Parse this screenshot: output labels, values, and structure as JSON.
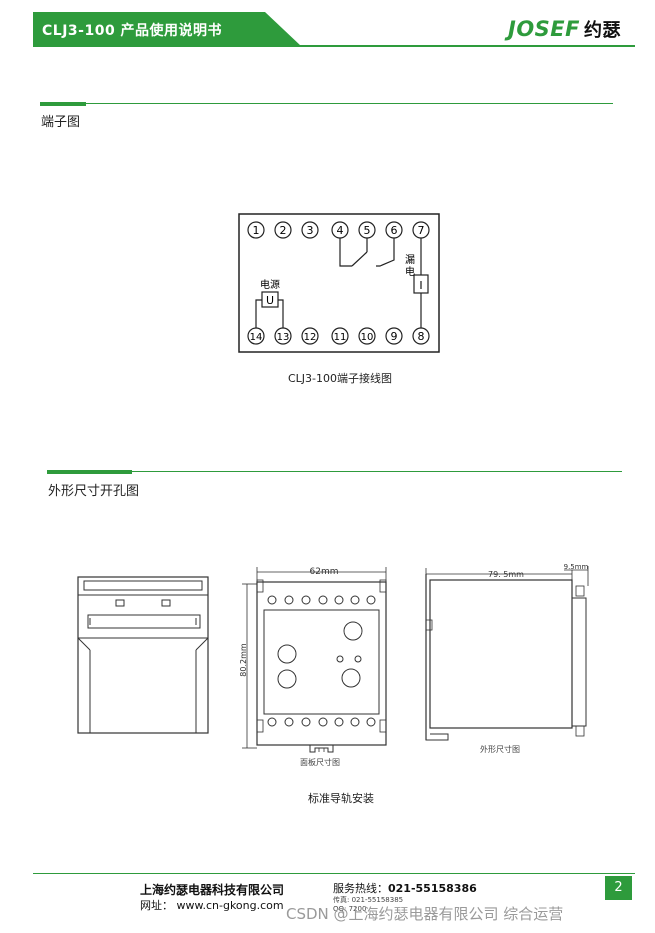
{
  "header": {
    "doc_title": "CLJ3-100 产品使用说明书",
    "logo_text": "JOSEF",
    "logo_cn": "约瑟",
    "brand_color": "#2e9b3c"
  },
  "section1": {
    "title": "端子图",
    "terminals_top": [
      "1",
      "2",
      "3",
      "4",
      "5",
      "6",
      "7"
    ],
    "terminals_bottom": [
      "14",
      "13",
      "12",
      "11",
      "10",
      "9",
      "8"
    ],
    "power_label": "电源",
    "power_symbol": "U",
    "leak_label_1": "漏",
    "leak_label_2": "电",
    "leak_symbol": "I",
    "caption": "CLJ3-100端子接线图"
  },
  "section2": {
    "title": "外形尺寸开孔图",
    "dim_width": "62mm",
    "dim_height": "80.2mm",
    "dim_depth": "79. 5mm",
    "dim_rail": "9.5mm",
    "panel_label": "面板尺寸图",
    "outline_label": "外形尺寸图",
    "caption": "标准导轨安装"
  },
  "footer": {
    "company": "上海约瑟电器科技有限公司",
    "website": "网址：  www.cn-gkong.com",
    "hotline_label": "服务热线：",
    "hotline": "021-55158386",
    "fax": "传真: 021-55158385",
    "qq": "QQ: 7200",
    "page_number": "2",
    "watermark": "CSDN @上海约瑟电器有限公司 综合运营"
  }
}
